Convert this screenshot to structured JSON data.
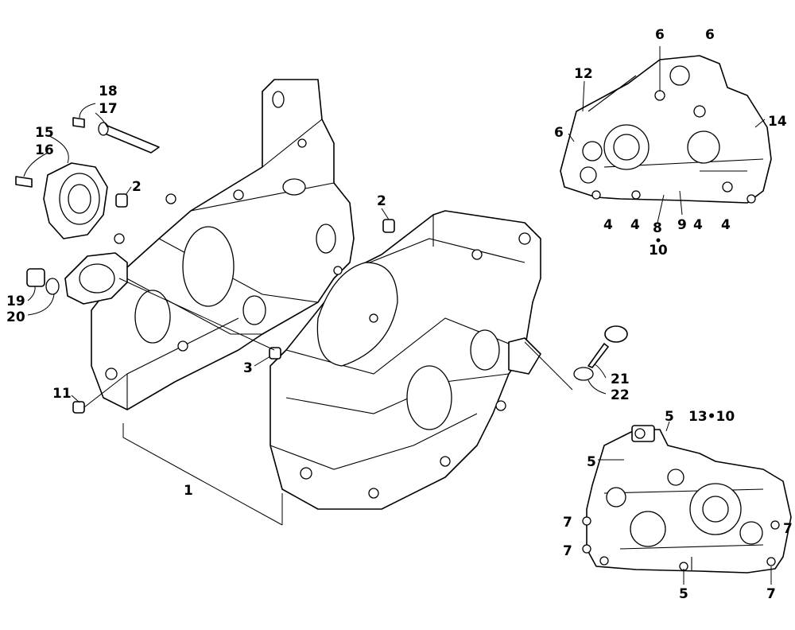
{
  "callouts": {
    "c1": "1",
    "c2a": "2",
    "c2b": "2",
    "c3": "3",
    "c4a": "4",
    "c4b": "4",
    "c4c": "4",
    "c4d": "4",
    "c5a": "5",
    "c5b": "5",
    "c5c": "5",
    "c6a": "6",
    "c6b": "6",
    "c6c": "6",
    "c7a": "7",
    "c7b": "7",
    "c7c": "7",
    "c7d": "7",
    "c8": "8",
    "c9": "9",
    "c10": "10",
    "c11": "11",
    "c12": "12",
    "c13": "13•10",
    "c14": "14",
    "c15": "15",
    "c16": "16",
    "c17": "17",
    "c18": "18",
    "c19": "19",
    "c20": "20",
    "c21": "21",
    "c22": "22"
  }
}
